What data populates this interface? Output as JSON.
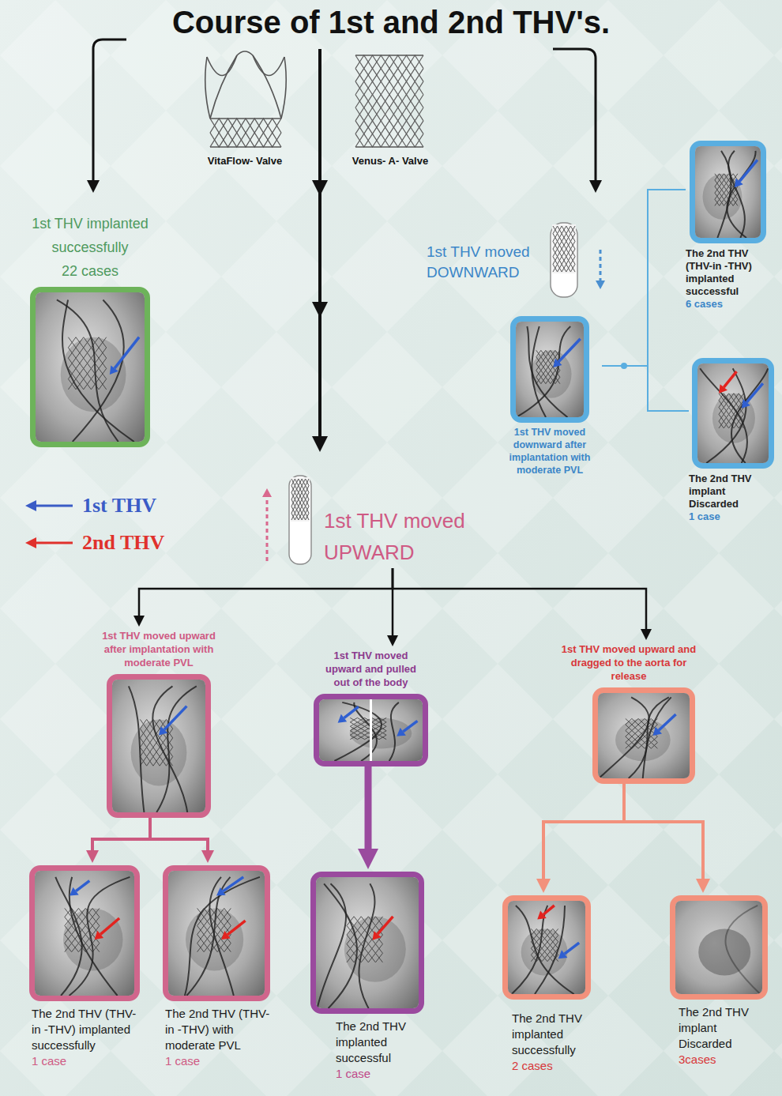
{
  "diagram": {
    "title": "Course of 1st and 2nd THV's.",
    "nodes": [
      {
        "text": [
          "1st THV implanted successfully",
          "22 cases"
        ]
      },
      {
        "text": [
          "1st THV moved DOWNWARD"
        ]
      },
      {
        "text": [
          "1st THV moved downward after implantation with moderate PVL"
        ]
      },
      {
        "text": [
          "The 2nd THV (THV-in -THV) implanted successful",
          "6 cases"
        ]
      },
      {
        "text": [
          "The 2nd THV implant Discarded",
          "1 case"
        ]
      },
      {
        "text": [
          "1st THV moved UPWARD"
        ]
      },
      {
        "text": [
          "1st THV moved upward after implantation with moderate PVL"
        ]
      },
      {
        "text": [
          "1st THV moved upward and pulled out of the body"
        ]
      },
      {
        "text": [
          "1st THV moved upward and dragged to the aorta for release"
        ]
      },
      {
        "text": [
          "The 2nd THV (THV-in -THV) implanted successfully",
          "1 case"
        ]
      },
      {
        "text": [
          "The 2nd THV (THV-in -THV) with moderate PVL",
          "1 case"
        ]
      },
      {
        "text": [
          "The 2nd THV implanted successful",
          "1 case"
        ]
      },
      {
        "text": [
          "The 2nd THV implanted successfully",
          "2 cases"
        ]
      },
      {
        "text": [
          "The 2nd THV implant Discarded",
          "3cases"
        ]
      }
    ],
    "edges": [
      {
        "from": 2,
        "to": 3,
        "arrow": "none"
      },
      {
        "from": 2,
        "to": 4,
        "arrow": "none"
      },
      {
        "from": 5,
        "to": 6,
        "arrow": "to"
      },
      {
        "from": 5,
        "to": 7,
        "arrow": "to"
      },
      {
        "from": 5,
        "to": 8,
        "arrow": "to"
      },
      {
        "from": 6,
        "to": 9,
        "arrow": "to"
      },
      {
        "from": 6,
        "to": 10,
        "arrow": "to"
      },
      {
        "from": 7,
        "to": 11,
        "arrow": "to"
      },
      {
        "from": 8,
        "to": 12,
        "arrow": "to"
      },
      {
        "from": 8,
        "to": 13,
        "arrow": "to"
      }
    ],
    "labels": [
      "VitaFlow- Valve",
      "Venus- A- Valve"
    ],
    "legend": [
      {
        "text": "1st THV"
      },
      {
        "text": "2nd THV"
      }
    ]
  }
}
